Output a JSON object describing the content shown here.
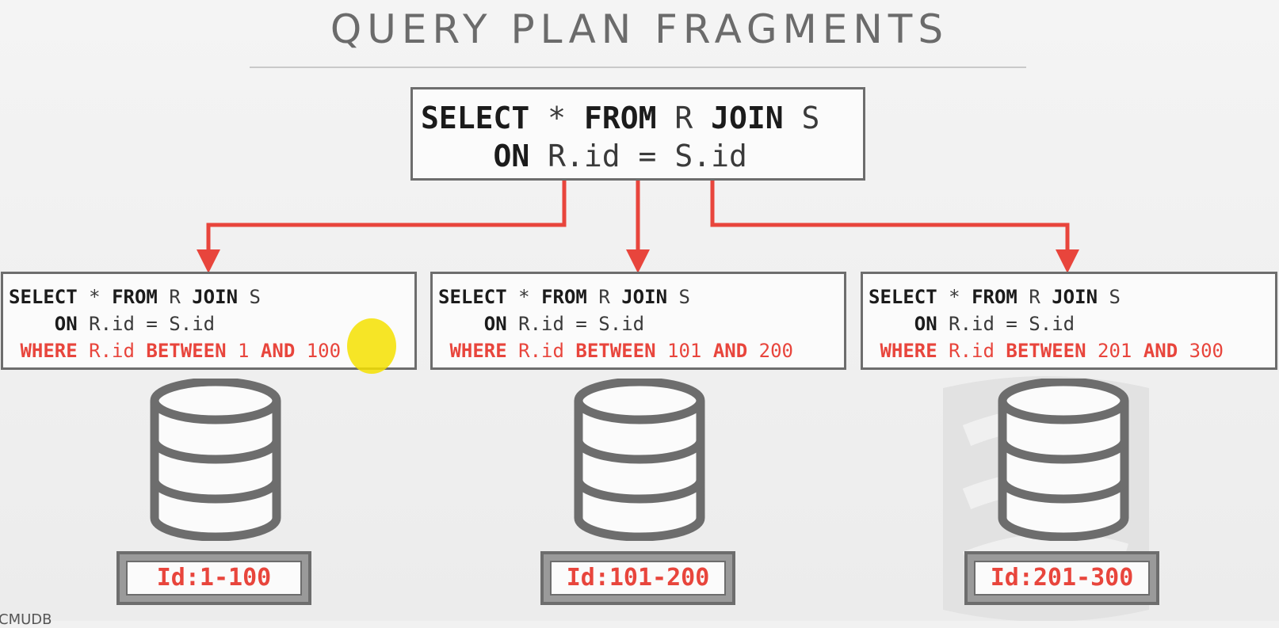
{
  "slide": {
    "title": "QUERY PLAN FRAGMENTS",
    "footer_mark": "CMUDB"
  },
  "main_query": {
    "kw_select": "SELECT",
    "star": "*",
    "kw_from": "FROM",
    "table_r": "R",
    "kw_join": "JOIN",
    "table_s": "S",
    "kw_on": "ON",
    "condition": "R.id = S.id"
  },
  "fragments": [
    {
      "kw_select": "SELECT",
      "star": "*",
      "kw_from": "FROM",
      "table_r": "R",
      "kw_join": "JOIN",
      "table_s": "S",
      "kw_on": "ON",
      "condition": "R.id = S.id",
      "kw_where": "WHERE",
      "column": "R.id",
      "kw_between": "BETWEEN",
      "low": "1",
      "kw_and": "AND",
      "high": "100"
    },
    {
      "kw_select": "SELECT",
      "star": "*",
      "kw_from": "FROM",
      "table_r": "R",
      "kw_join": "JOIN",
      "table_s": "S",
      "kw_on": "ON",
      "condition": "R.id = S.id",
      "kw_where": "WHERE",
      "column": "R.id",
      "kw_between": "BETWEEN",
      "low": "101",
      "kw_and": "AND",
      "high": "200"
    },
    {
      "kw_select": "SELECT",
      "star": "*",
      "kw_from": "FROM",
      "table_r": "R",
      "kw_join": "JOIN",
      "table_s": "S",
      "kw_on": "ON",
      "condition": "R.id = S.id",
      "kw_where": "WHERE",
      "column": "R.id",
      "kw_between": "BETWEEN",
      "low": "201",
      "kw_and": "AND",
      "high": "300"
    }
  ],
  "partitions": [
    {
      "label": "Id:1-100",
      "icon": "database-icon"
    },
    {
      "label": "Id:101-200",
      "icon": "database-icon"
    },
    {
      "label": "Id:201-300",
      "icon": "database-icon"
    }
  ],
  "colors": {
    "accent_red": "#e8453c",
    "box_border": "#6d6d6d",
    "title_gray": "#6b6b6b",
    "cursor_highlight": "#f5e100"
  }
}
